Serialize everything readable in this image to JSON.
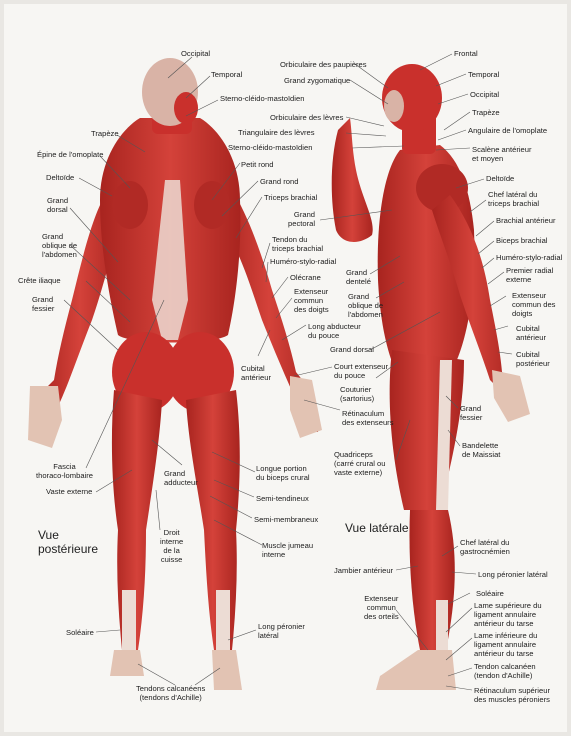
{
  "views": {
    "posterior": "Vue\npostérieure",
    "lateral": "Vue latérale"
  },
  "labels_posterior": {
    "occipital": "Occipital",
    "temporal": "Temporal",
    "sterno": "Sterno-cléido-mastoïdien",
    "trapeze": "Trapèze",
    "epine": "Épine de l'omoplate",
    "deltoide": "Deltoïde",
    "grand_dorsal": "Grand\ndorsal",
    "grand_oblique": "Grand\noblique de\nl'abdomen",
    "crete": "Crête iliaque",
    "grand_fessier": "Grand\nfessier",
    "fascia": "Fascia\nthoraco-lombaire",
    "vaste": "Vaste externe",
    "petit_rond": "Petit rond",
    "grand_rond": "Grand rond",
    "triceps": "Triceps brachial",
    "tendon_triceps": "Tendon du\ntriceps brachial",
    "humero": "Huméro-stylo-radial",
    "olecrane": "Olécrane",
    "extenseur_commun": "Extenseur\ncommun\ndes doigts",
    "long_abducteur": "Long abducteur\ndu pouce",
    "cubital_anterieur": "Cubital\nantérieur",
    "court_extenseur": "Court extenseur\ndu pouce",
    "retinaculum": "Rétinaculum\ndes extenseurs",
    "grand_adducteur": "Grand\nadducteur",
    "longue_portion": "Longue portion\ndu biceps crural",
    "semi_tendineux": "Semi-tendineux",
    "semi_membraneux": "Semi-membraneux",
    "droit_interne": "Droit\ninterne\nde la\ncuisse",
    "muscle_jumeau": "Muscle jumeau\ninterne",
    "soleaire": "Soléaire",
    "long_peronier": "Long péronier\nlatéral",
    "tendons_calc": "Tendons calcanéens\n(tendons d'Achille)"
  },
  "labels_lateral": {
    "orbiculaire_paupieres": "Orbiculaire des paupières",
    "grand_zygo": "Grand zygomatique",
    "orbiculaire_levres": "Orbiculaire des lèvres",
    "triangulaire": "Triangulaire des lèvres",
    "sterno": "Sterno-cléido-mastoïdien",
    "frontal": "Frontal",
    "temporal": "Temporal",
    "occipital": "Occipital",
    "trapeze": "Trapèze",
    "angulaire": "Angulaire de l'omoplate",
    "scalene": "Scalène antérieur\net moyen",
    "deltoide": "Deltoïde",
    "chef_lateral_triceps": "Chef latéral du\ntriceps brachial",
    "grand_pectoral": "Grand\npectoral",
    "brachial_ant": "Brachial antérieur",
    "biceps": "Biceps brachial",
    "humero": "Huméro-stylo-radial",
    "grand_dentele": "Grand\ndentelé",
    "premier_radial": "Premier radial\nexterne",
    "grand_oblique": "Grand\noblique de\nl'abdomen",
    "extenseur_commun": "Extenseur\ncommun des\ndoigts",
    "cubital_ant": "Cubital\nantérieur",
    "grand_dorsal": "Grand dorsal",
    "cubital_post": "Cubital\npostérieur",
    "couturier": "Couturier\n(sartorius)",
    "grand_fessier": "Grand\nfessier",
    "quadriceps": "Quadriceps\n(carré crural ou\nvaste externe)",
    "bandelette": "Bandelette\nde Maissiat",
    "chef_lat_gastro": "Chef latéral du\ngastrocnémien",
    "jambier": "Jambier antérieur",
    "long_peronier": "Long péronier latéral",
    "extenseur_orteils": "Extenseur\ncommun\ndes orteils",
    "soleaire": "Soléaire",
    "lame_sup": "Lame supérieure du\nligament annulaire\nantérieur du tarse",
    "lame_inf": "Lame inférieure du\nligament annulaire\nantérieur du tarse",
    "tendon_calc": "Tendon calcanéen\n(tendon d'Achille)",
    "retinaculum_sup": "Rétinaculum supérieur\ndes muscles péroniers"
  },
  "colors": {
    "paper": "#f7f6f3",
    "muscle": "#c9302c",
    "muscle_dark": "#8f1f1c",
    "tendon": "#ecdcd4",
    "leader": "#555555"
  }
}
